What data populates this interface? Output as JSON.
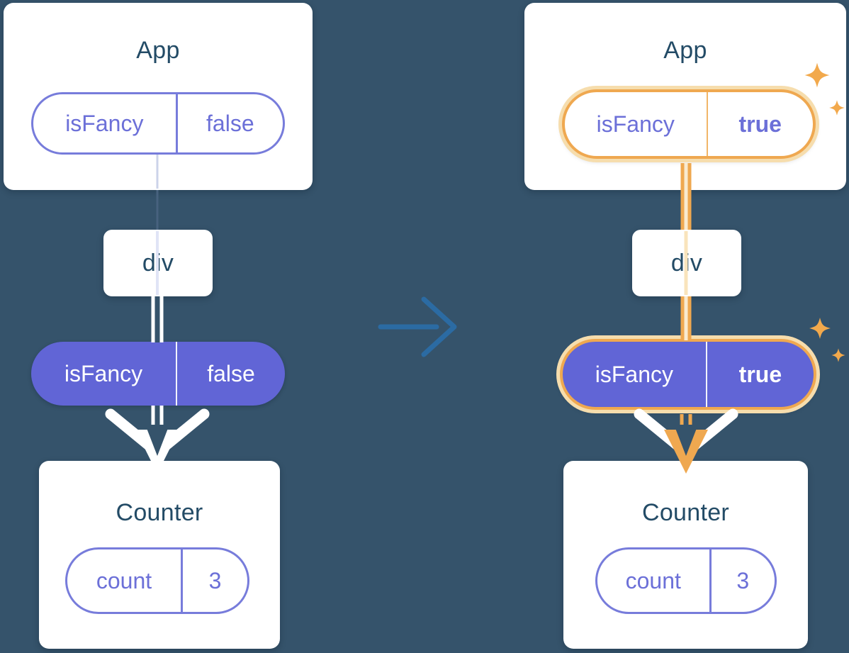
{
  "diagram": {
    "left": {
      "app_card": {
        "title": "App",
        "state_pill": {
          "label": "isFancy",
          "value": "false"
        }
      },
      "div_card": {
        "title": "div"
      },
      "prop_pill": {
        "label": "isFancy",
        "value": "false"
      },
      "counter_card": {
        "title": "Counter",
        "state_pill": {
          "label": "count",
          "value": "3"
        }
      }
    },
    "right": {
      "app_card": {
        "title": "App",
        "state_pill": {
          "label": "isFancy",
          "value": "true"
        }
      },
      "div_card": {
        "title": "div"
      },
      "prop_pill": {
        "label": "isFancy",
        "value": "true"
      },
      "counter_card": {
        "title": "Counter",
        "state_pill": {
          "label": "count",
          "value": "3"
        }
      }
    }
  },
  "icons": {
    "sparkle": "✦",
    "transition_arrow": "→"
  },
  "colors": {
    "background": "#35536b",
    "card": "#ffffff",
    "title_text": "#234b66",
    "purple_outline": "#777cdb",
    "purple_text": "#6c70d8",
    "purple_fill": "#6165d6",
    "pill_text_on_fill": "#ffffff",
    "highlight_orange": "#efa850",
    "highlight_glow": "#f6ddad",
    "sparkle_orange": "#f2a94c",
    "transition_arrow_blue": "#2b6ba3"
  }
}
